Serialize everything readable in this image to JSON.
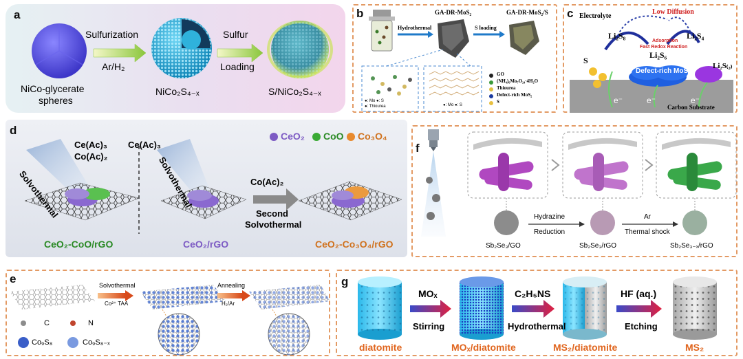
{
  "panel_a": {
    "label": "a",
    "step1": {
      "line1": "Sulfurization",
      "line2": "Ar/H₂"
    },
    "step2": {
      "line1": "Sulfur",
      "line2": "Loading"
    },
    "stage1": {
      "line1": "NiCo-glycerate",
      "line2": "spheres"
    },
    "stage2": "NiCo₂S₄₋ₓ",
    "stage3": "S/NiCo₂S₄₋ₓ",
    "colors": {
      "bg_from": "#e6f1f3",
      "bg_to": "#f3d5ec",
      "sphere1": "#5a54e0",
      "sphere2": "#21a6d4"
    }
  },
  "panel_b": {
    "label": "b",
    "title1": "GA-DR-MoS₂",
    "title2": "GA-DR-MoS₂/S",
    "arrow1": "Hydrothermal",
    "arrow2": "S loading",
    "inset1_legend": {
      "line1": "●: Mo  ●: S",
      "line2": "●: Thiourea"
    },
    "inset2_legend": "●: Mo  ●: S",
    "legend": [
      "GO",
      "(NH₄)₆Mo₇O₂₄·4H₂O",
      "Thiourea",
      "Defect-rich MoS₂",
      "S"
    ]
  },
  "panel_c": {
    "label": "c",
    "electrolyte": "Electrolyte",
    "low_diffusion": "Low Diffusion",
    "li2s8": "Li₂S₈",
    "li2s4": "Li₂S₄",
    "li2s6": "Li₂S₆",
    "li2s2": "Li₂S₍₂₎",
    "s": "S",
    "adsorption": "Adsorption",
    "fast_redox": "Fast Redox Reaction",
    "defect": "Defect-rich MoS₂",
    "electron": "e⁻",
    "substrate": "Carbon Substrate"
  },
  "panel_d": {
    "label": "d",
    "legend": [
      {
        "name": "CeO₂",
        "color": "#7d5bc4"
      },
      {
        "name": "CoO",
        "color": "#3aaa35"
      },
      {
        "name": "Co₃O₄",
        "color": "#e88a2e"
      }
    ],
    "reagent1": {
      "line1": "Ce(Ac)₃",
      "line2": "Co(Ac)₂"
    },
    "reagent2": "Ce(Ac)₃",
    "solvothermal": "Solvothermal",
    "arrow": {
      "top": "Co(Ac)₂",
      "line1": "Second",
      "line2": "Solvothermal"
    },
    "product1": "CeO₂-CoO/rGO",
    "product2": "CeO₂/rGO",
    "product3": "CeO₂-Co₃O₄/rGO"
  },
  "panel_e": {
    "label": "e",
    "arrow1": {
      "top": "Solvothermal",
      "bottom": "Co²⁺ TAA"
    },
    "arrow2": {
      "top": "Annealing",
      "bottom": "H₂/Ar"
    },
    "legend": [
      "C",
      "N",
      "Co₉S₈",
      "Co₉S₈₋ₓ"
    ]
  },
  "panel_f": {
    "label": "f",
    "step1": {
      "line1": "Hydrazine",
      "line2": "Reduction"
    },
    "step2": {
      "line1": "Ar",
      "line2": "Thermal shock"
    },
    "product1": "Sb₂Se₃/GO",
    "product2": "Sb₂Se₃/rGO",
    "product3": "Sb₂Se₃₋ₓ/rGO"
  },
  "panel_g": {
    "label": "g",
    "arrow1": {
      "top": "MOₓ",
      "bottom": "Stirring"
    },
    "arrow2": {
      "top": "C₂H₅NS",
      "bottom": "Hydrothermal"
    },
    "arrow3": {
      "top": "HF (aq.)",
      "bottom": "Etching"
    },
    "stage1": "diatomite",
    "stage2": "MOₓ/diatomite",
    "stage3": "MS₂/diatomite",
    "stage4": "MS₂"
  }
}
